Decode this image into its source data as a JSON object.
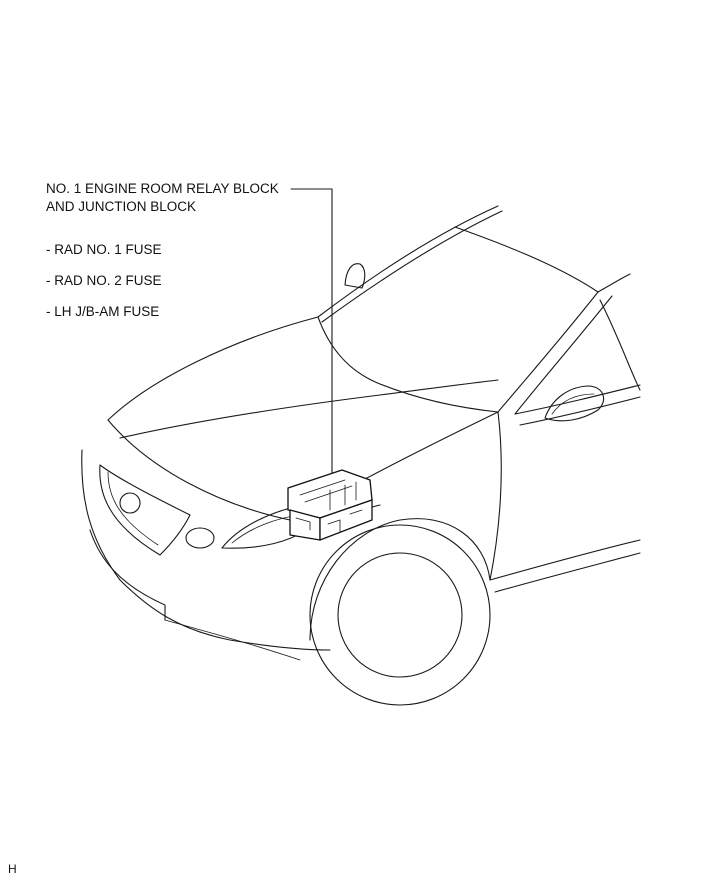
{
  "callout": {
    "line1": "NO. 1 ENGINE ROOM RELAY BLOCK",
    "line2": "AND JUNCTION BLOCK"
  },
  "fuses": [
    "- RAD NO. 1 FUSE",
    "- RAD NO. 2 FUSE",
    "- LH J/B-AM FUSE"
  ],
  "footer_code": "H"
}
